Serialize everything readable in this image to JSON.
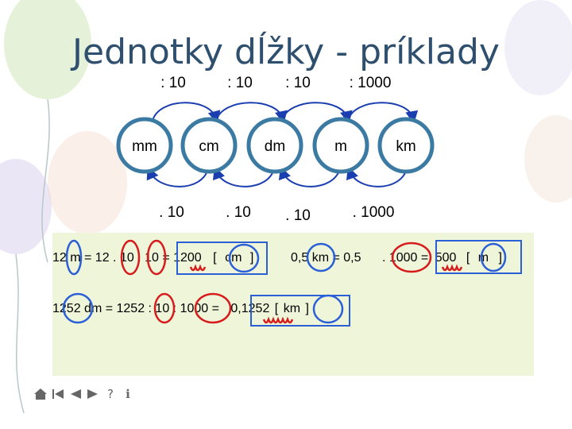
{
  "title": "Jednotky dĺžky - príklady",
  "units": [
    "mm",
    "cm",
    "dm",
    "m",
    "km"
  ],
  "divide_labels": [
    ": 10",
    ": 10",
    ": 10",
    ": 1000"
  ],
  "multiply_labels": [
    ". 10",
    ". 10",
    ". 10",
    ". 1000"
  ],
  "example1": {
    "left": "12 m = 12 . 10 . 10 = 1200",
    "bracket_open": "[",
    "unit": "cm",
    "bracket_close": "]"
  },
  "example2": {
    "left": "0,5 km = 0,5",
    "mult": ". 1000 =",
    "result": "500",
    "bracket_open": "[",
    "unit": "m",
    "bracket_close": "]"
  },
  "example3": {
    "left": "1252 dm = 1252 : 10 : 1000 =",
    "result": "0,1252",
    "bracket_open": "[",
    "unit": "km",
    "bracket_close": "]"
  },
  "nav": {
    "home": "home-icon",
    "first": "first-icon",
    "prev": "prev-icon",
    "next": "next-icon",
    "help": "?",
    "info": "ℹ"
  },
  "colors": {
    "title": "#2e4f6e",
    "circle": "#3a7aa3",
    "arrow": "#1a3db0",
    "panel": "#eef5d9",
    "blue_mark": "#2a5fd6",
    "red_mark": "#d61c1c"
  }
}
